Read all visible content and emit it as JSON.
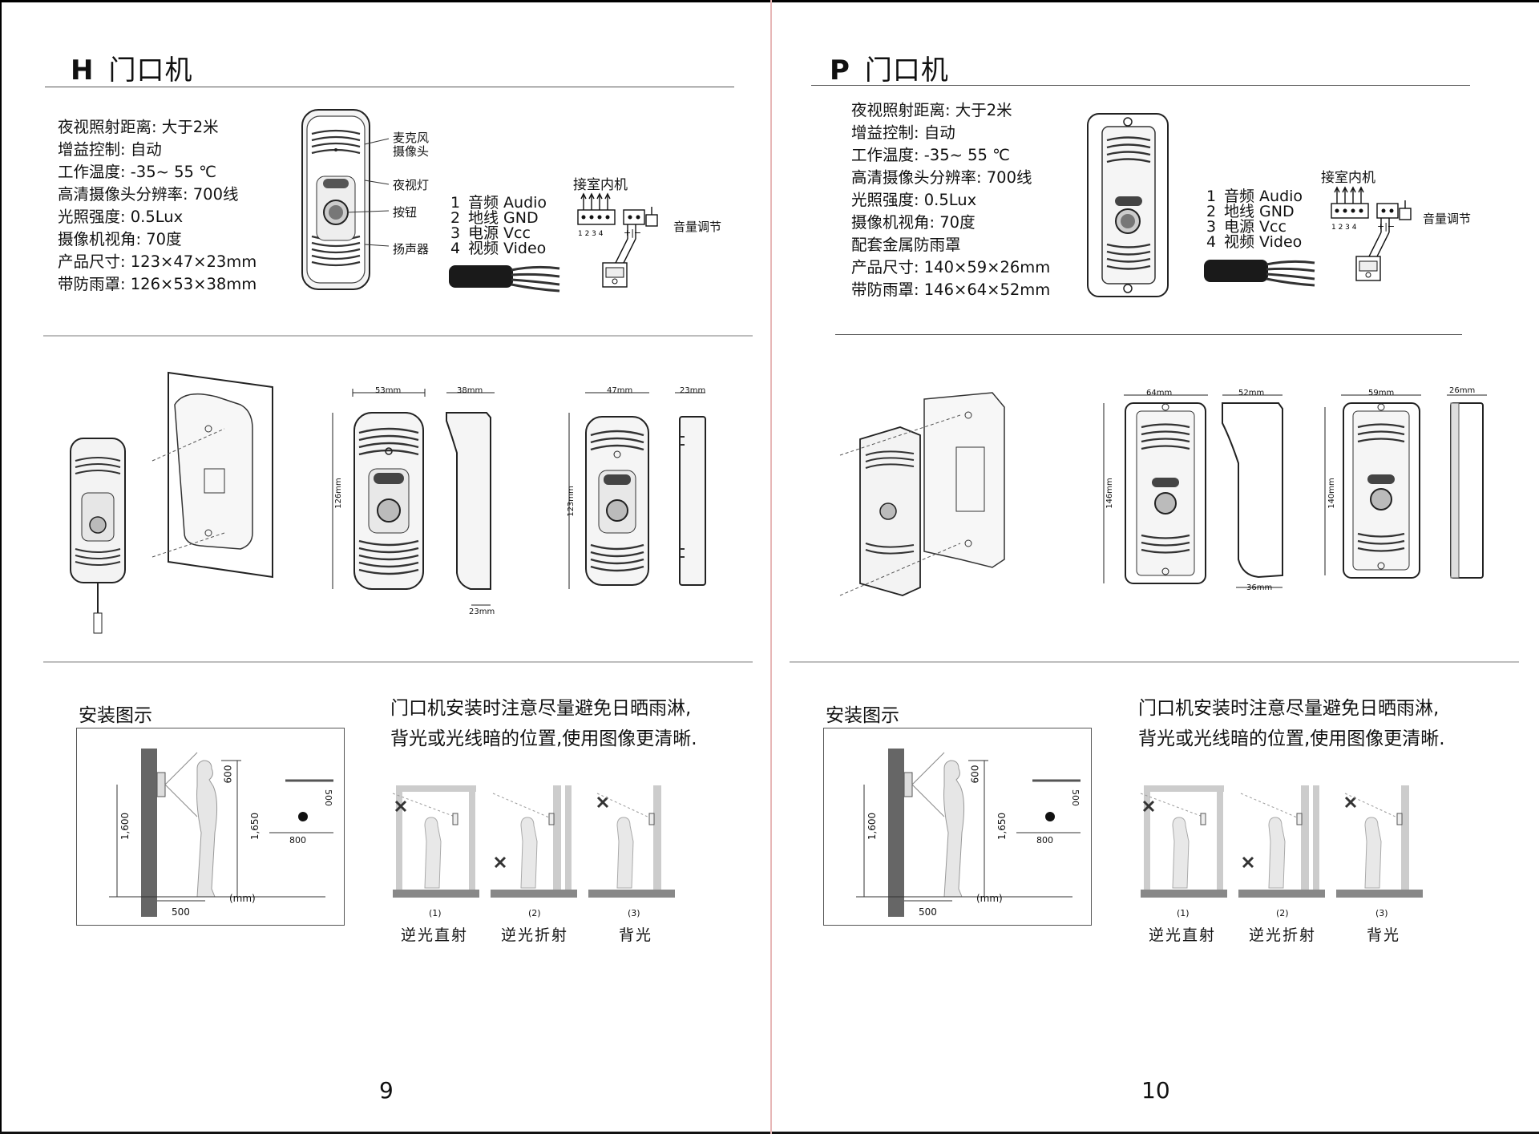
{
  "pages": [
    {
      "model_letter": "H",
      "model_title": "门口机",
      "specs": [
        "夜视照射距离: 大于2米",
        "增益控制: 自动",
        "工作温度:  -35~ 55 ℃",
        "高清摄像头分辨率: 700线",
        "光照强度: 0.5Lux",
        "摄像机视角: 70度",
        "产品尺寸: 123×47×23mm",
        "带防雨罩: 126×53×38mm"
      ],
      "callouts": {
        "mic": "麦克风",
        "camera": "摄像头",
        "night_light": "夜视灯",
        "button": "按钮",
        "speaker": "扬声器"
      },
      "wires": [
        {
          "num": "1",
          "label": "音频 Audio"
        },
        {
          "num": "2",
          "label": "地线 GND"
        },
        {
          "num": "3",
          "label": "电源 Vcc"
        },
        {
          "num": "4",
          "label": "视频 Video"
        }
      ],
      "indoor_unit_label": "接室内机",
      "terminal_numbers": "1 2 3 4",
      "polarity": "+|−",
      "volume_label": "音量调节",
      "dims": {
        "width": "53mm",
        "depth": "38mm",
        "height": "126mm",
        "base": "23mm",
        "w2": "47mm",
        "d2": "23mm",
        "h2": "123mm"
      },
      "install_title": "安装图示",
      "install_dims": {
        "h1": "1,600",
        "h2": "1,650",
        "top": "600",
        "dist": "500",
        "unit": "(mm)",
        "side": "500",
        "width": "800"
      },
      "note_lines": [
        "门口机安装时注意尽量避免日晒雨淋,",
        "背光或光线暗的位置,使用图像更清晰."
      ],
      "scenes": [
        {
          "num": "(1)",
          "label": "逆光直射"
        },
        {
          "num": "(2)",
          "label": "逆光折射"
        },
        {
          "num": "(3)",
          "label": "背光"
        }
      ],
      "page_number": "9"
    },
    {
      "model_letter": "P",
      "model_title": "门口机",
      "specs": [
        "夜视照射距离: 大于2米",
        "增益控制: 自动",
        "工作温度:  -35~ 55 ℃",
        "高清摄像头分辨率: 700线",
        "光照强度: 0.5Lux",
        "摄像机视角: 70度",
        "配套金属防雨罩",
        "产品尺寸: 140×59×26mm",
        "带防雨罩: 146×64×52mm"
      ],
      "wires": [
        {
          "num": "1",
          "label": "音频 Audio"
        },
        {
          "num": "2",
          "label": "地线 GND"
        },
        {
          "num": "3",
          "label": "电源 Vcc"
        },
        {
          "num": "4",
          "label": "视频 Video"
        }
      ],
      "indoor_unit_label": "接室内机",
      "terminal_numbers": "1 2 3 4",
      "polarity": "+|−",
      "volume_label": "音量调节",
      "dims": {
        "width": "64mm",
        "depth": "52mm",
        "height": "146mm",
        "base": "36mm",
        "w2": "59mm",
        "d2": "26mm",
        "h2": "140mm"
      },
      "install_title": "安装图示",
      "install_dims": {
        "h1": "1,600",
        "h2": "1,650",
        "top": "600",
        "dist": "500",
        "unit": "(mm)",
        "side": "500",
        "width": "800"
      },
      "note_lines": [
        "门口机安装时注意尽量避免日晒雨淋,",
        "背光或光线暗的位置,使用图像更清晰."
      ],
      "scenes": [
        {
          "num": "(1)",
          "label": "逆光直射"
        },
        {
          "num": "(2)",
          "label": "逆光折射"
        },
        {
          "num": "(3)",
          "label": "背光"
        }
      ],
      "page_number": "10"
    }
  ]
}
